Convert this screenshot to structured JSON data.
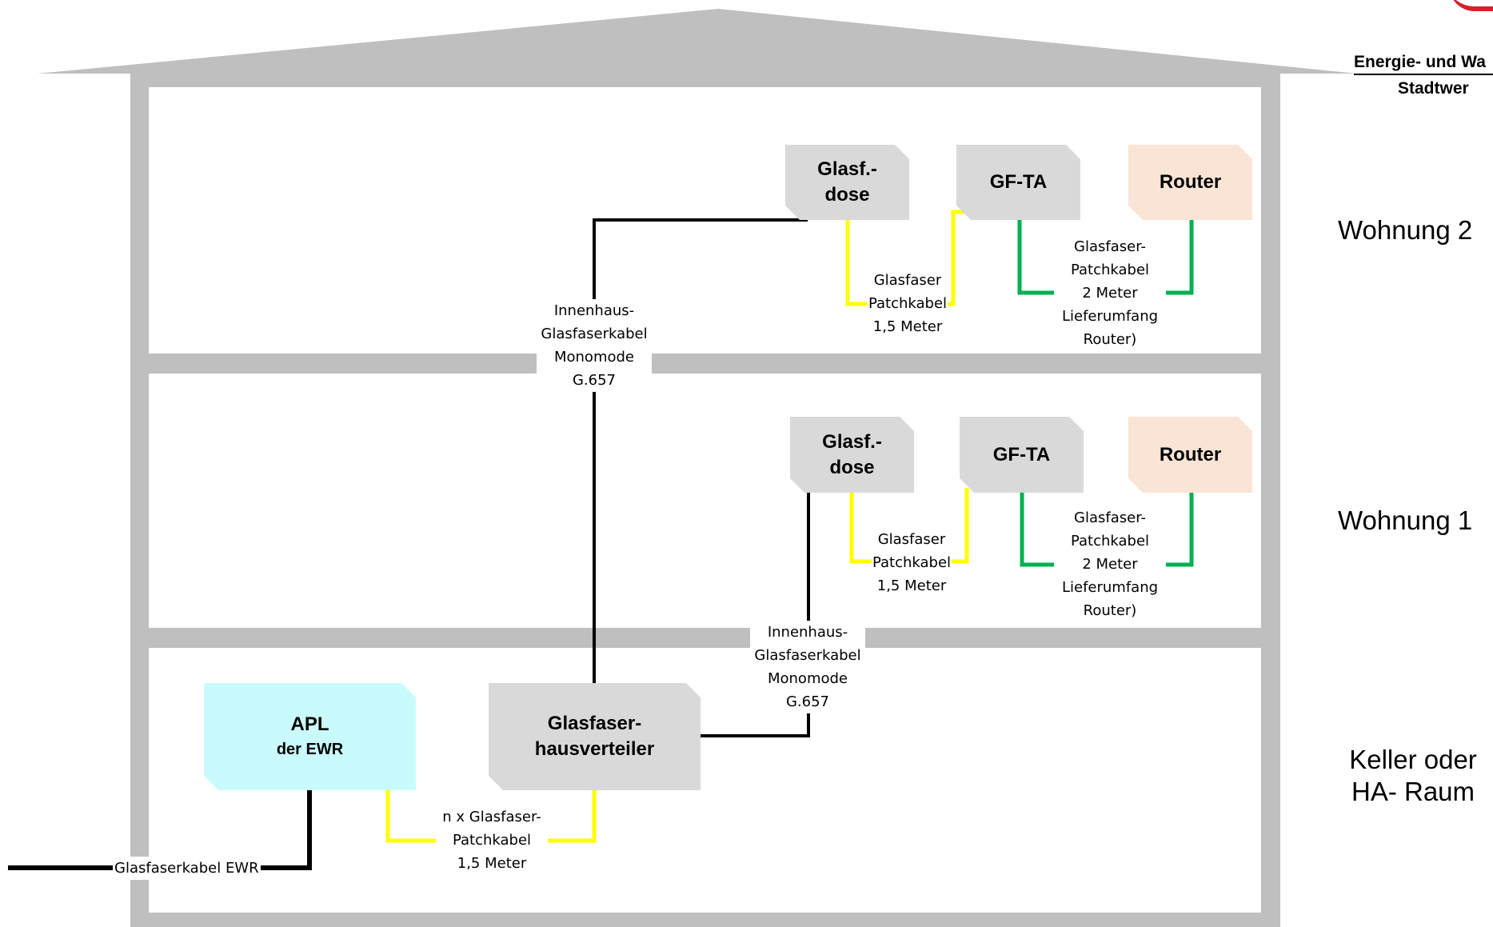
{
  "logo": {
    "line1": "Energie- und Wa",
    "line2": "Stadtwer",
    "accent_color": "#d8202a"
  },
  "floors": {
    "top": "Wohnung 2",
    "middle": "Wohnung 1",
    "basement_line1": "Keller oder",
    "basement_line2": "HA- Raum"
  },
  "wohnung2": {
    "dose": {
      "line1": "Glasf.-",
      "line2": "dose"
    },
    "gfta": "GF-TA",
    "router": "Router",
    "patch_yellow": [
      "Glasfaser",
      "Patchkabel",
      "1,5 Meter"
    ],
    "patch_green": [
      "Glasfaser-",
      "Patchkabel",
      "2 Meter",
      "Lieferumfang",
      "Router)"
    ]
  },
  "wohnung1": {
    "dose": {
      "line1": "Glasf.-",
      "line2": "dose"
    },
    "gfta": "GF-TA",
    "router": "Router",
    "patch_yellow": [
      "Glasfaser",
      "Patchkabel",
      "1,5 Meter"
    ],
    "patch_green": [
      "Glasfaser-",
      "Patchkabel",
      "2 Meter",
      "Lieferumfang",
      "Router)"
    ]
  },
  "riser_label_upper": [
    "Innenhaus-",
    "Glasfaserkabel",
    "Monomode",
    "G.657"
  ],
  "riser_label_lower": [
    "Innenhaus-",
    "Glasfaserkabel",
    "Monomode",
    "G.657"
  ],
  "keller": {
    "apl": {
      "line1": "APL",
      "line2": "der EWR"
    },
    "verteiler": {
      "line1": "Glasfaser-",
      "line2": "hausverteiler"
    },
    "patch_yellow": [
      "n x Glasfaser-",
      "Patchkabel",
      "1,5 Meter"
    ],
    "ewr_cable": "Glasfaserkabel EWR"
  },
  "colors": {
    "wall": "#bfbfbf",
    "box_grey": "#d9d9d9",
    "router": "#fae4d5",
    "apl": "#c9fbfc",
    "cable_black": "#000000",
    "cable_yellow": "#ffff00",
    "cable_green": "#00b050"
  }
}
